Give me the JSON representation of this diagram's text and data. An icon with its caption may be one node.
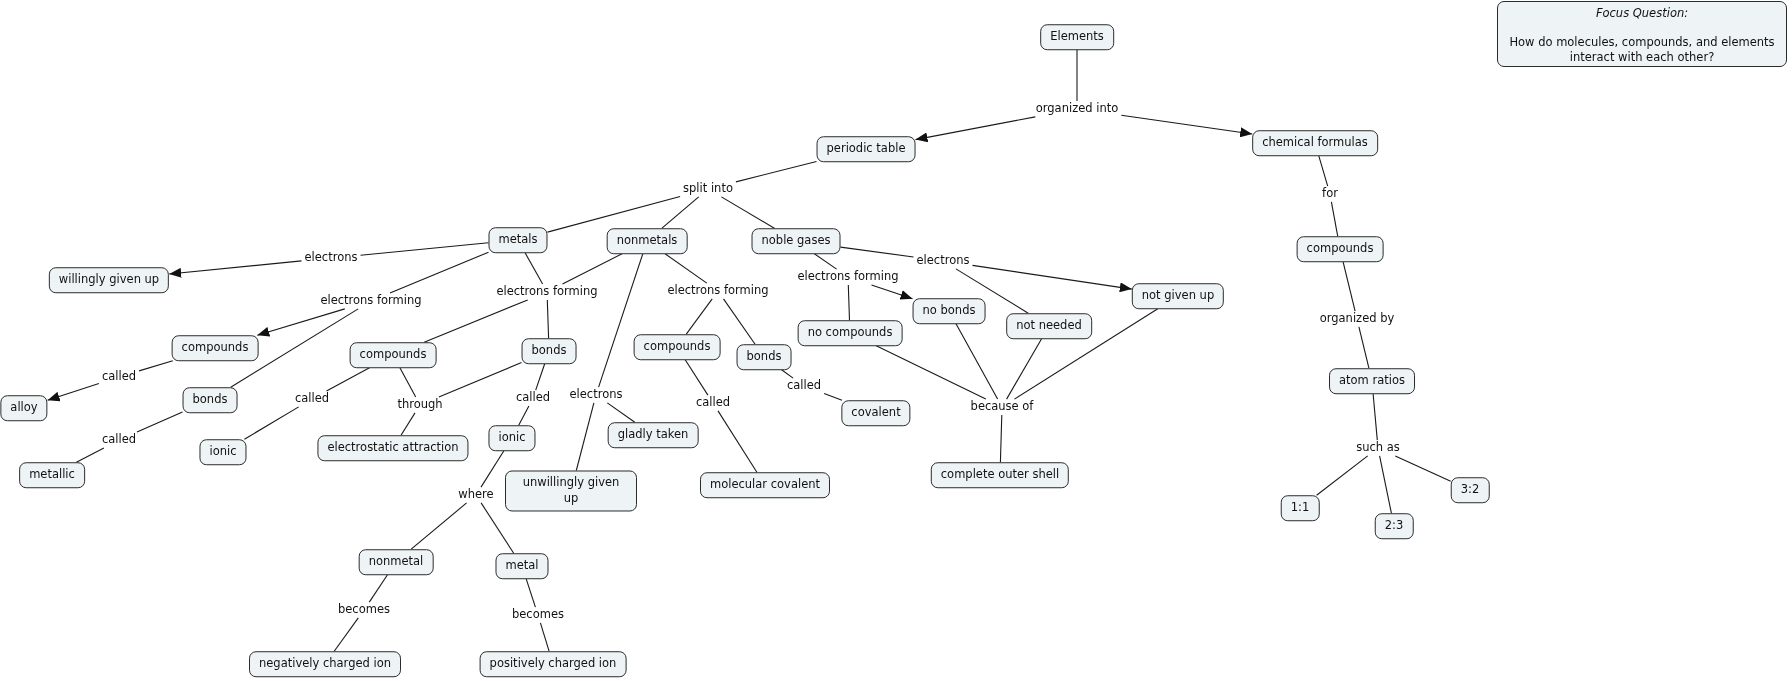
{
  "diagram": {
    "nodes": [
      {
        "text": [
          "Elements"
        ]
      },
      {
        "text": [
          "Focus Question:",
          "How do molecules, compounds, and elements interact with each other?"
        ]
      },
      {
        "text": [
          "organized into"
        ]
      },
      {
        "text": [
          "periodic table"
        ]
      },
      {
        "text": [
          "chemical formulas"
        ]
      },
      {
        "text": [
          "split into"
        ]
      },
      {
        "text": [
          "metals"
        ]
      },
      {
        "text": [
          "nonmetals"
        ]
      },
      {
        "text": [
          "noble gases"
        ]
      },
      {
        "text": [
          "electrons"
        ]
      },
      {
        "text": [
          "willingly given up"
        ]
      },
      {
        "text": [
          "electrons forming"
        ]
      },
      {
        "text": [
          "compounds"
        ]
      },
      {
        "text": [
          "bonds"
        ]
      },
      {
        "text": [
          "called"
        ]
      },
      {
        "text": [
          "alloy"
        ]
      },
      {
        "text": [
          "called"
        ]
      },
      {
        "text": [
          "metallic"
        ]
      },
      {
        "text": [
          "electrons forming"
        ]
      },
      {
        "text": [
          "compounds"
        ]
      },
      {
        "text": [
          "bonds"
        ]
      },
      {
        "text": [
          "called"
        ]
      },
      {
        "text": [
          "ionic"
        ]
      },
      {
        "text": [
          "through"
        ]
      },
      {
        "text": [
          "electrostatic attraction"
        ]
      },
      {
        "text": [
          "called"
        ]
      },
      {
        "text": [
          "ionic"
        ]
      },
      {
        "text": [
          "where"
        ]
      },
      {
        "text": [
          "nonmetal"
        ]
      },
      {
        "text": [
          "metal"
        ]
      },
      {
        "text": [
          "becomes"
        ]
      },
      {
        "text": [
          "negatively charged ion"
        ]
      },
      {
        "text": [
          "becomes"
        ]
      },
      {
        "text": [
          "positively charged ion"
        ]
      },
      {
        "text": [
          "electrons"
        ]
      },
      {
        "text": [
          "gladly taken"
        ]
      },
      {
        "text": [
          "unwillingly given up"
        ]
      },
      {
        "text": [
          "electrons forming"
        ]
      },
      {
        "text": [
          "compounds"
        ]
      },
      {
        "text": [
          "bonds"
        ]
      },
      {
        "text": [
          "called"
        ]
      },
      {
        "text": [
          "molecular covalent"
        ]
      },
      {
        "text": [
          "called"
        ]
      },
      {
        "text": [
          "covalent"
        ]
      },
      {
        "text": [
          "electrons forming"
        ]
      },
      {
        "text": [
          "electrons"
        ]
      },
      {
        "text": [
          "no compounds"
        ]
      },
      {
        "text": [
          "no bonds"
        ]
      },
      {
        "text": [
          "not needed"
        ]
      },
      {
        "text": [
          "not given up"
        ]
      },
      {
        "text": [
          "because of"
        ]
      },
      {
        "text": [
          "complete outer shell"
        ]
      },
      {
        "text": [
          "for"
        ]
      },
      {
        "text": [
          "compounds"
        ]
      },
      {
        "text": [
          "organized by"
        ]
      },
      {
        "text": [
          "atom ratios"
        ]
      },
      {
        "text": [
          "such as"
        ]
      },
      {
        "text": [
          "1:1"
        ]
      },
      {
        "text": [
          "2:3"
        ]
      },
      {
        "text": [
          "3:2"
        ]
      }
    ],
    "edges": [
      {
        "from": 0,
        "to": 2,
        "arrow": "none"
      },
      {
        "from": 2,
        "to": 3,
        "arrow": "to"
      },
      {
        "from": 2,
        "to": 4,
        "arrow": "to"
      },
      {
        "from": 3,
        "to": 5,
        "arrow": "none"
      },
      {
        "from": 5,
        "to": 6,
        "arrow": "none"
      },
      {
        "from": 5,
        "to": 7,
        "arrow": "none"
      },
      {
        "from": 5,
        "to": 8,
        "arrow": "none"
      },
      {
        "from": 6,
        "to": 9,
        "arrow": "none"
      },
      {
        "from": 9,
        "to": 10,
        "arrow": "to"
      },
      {
        "from": 6,
        "to": 11,
        "arrow": "none"
      },
      {
        "from": 11,
        "to": 12,
        "arrow": "to"
      },
      {
        "from": 11,
        "to": 13,
        "arrow": "none"
      },
      {
        "from": 12,
        "to": 14,
        "arrow": "none"
      },
      {
        "from": 14,
        "to": 15,
        "arrow": "to"
      },
      {
        "from": 13,
        "to": 16,
        "arrow": "none"
      },
      {
        "from": 16,
        "to": 17,
        "arrow": "none"
      },
      {
        "from": 6,
        "to": 18,
        "arrow": "none"
      },
      {
        "from": 7,
        "to": 18,
        "arrow": "none"
      },
      {
        "from": 18,
        "to": 19,
        "arrow": "none"
      },
      {
        "from": 18,
        "to": 20,
        "arrow": "none"
      },
      {
        "from": 19,
        "to": 21,
        "arrow": "none"
      },
      {
        "from": 21,
        "to": 22,
        "arrow": "none"
      },
      {
        "from": 19,
        "to": 23,
        "arrow": "none"
      },
      {
        "from": 20,
        "to": 23,
        "arrow": "none"
      },
      {
        "from": 23,
        "to": 24,
        "arrow": "none"
      },
      {
        "from": 20,
        "to": 25,
        "arrow": "none"
      },
      {
        "from": 25,
        "to": 26,
        "arrow": "none"
      },
      {
        "from": 26,
        "to": 27,
        "arrow": "none"
      },
      {
        "from": 27,
        "to": 28,
        "arrow": "none"
      },
      {
        "from": 27,
        "to": 29,
        "arrow": "none"
      },
      {
        "from": 28,
        "to": 30,
        "arrow": "none"
      },
      {
        "from": 30,
        "to": 31,
        "arrow": "none"
      },
      {
        "from": 29,
        "to": 32,
        "arrow": "none"
      },
      {
        "from": 32,
        "to": 33,
        "arrow": "none"
      },
      {
        "from": 7,
        "to": 34,
        "arrow": "none"
      },
      {
        "from": 34,
        "to": 36,
        "arrow": "none"
      },
      {
        "from": 34,
        "to": 35,
        "arrow": "none"
      },
      {
        "from": 7,
        "to": 37,
        "arrow": "none"
      },
      {
        "from": 37,
        "to": 38,
        "arrow": "none"
      },
      {
        "from": 37,
        "to": 39,
        "arrow": "none"
      },
      {
        "from": 38,
        "to": 40,
        "arrow": "none"
      },
      {
        "from": 40,
        "to": 41,
        "arrow": "none"
      },
      {
        "from": 39,
        "to": 42,
        "arrow": "none"
      },
      {
        "from": 42,
        "to": 43,
        "arrow": "none"
      },
      {
        "from": 8,
        "to": 44,
        "arrow": "none"
      },
      {
        "from": 44,
        "to": 47,
        "arrow": "to"
      },
      {
        "from": 44,
        "to": 46,
        "arrow": "none"
      },
      {
        "from": 8,
        "to": 45,
        "arrow": "none"
      },
      {
        "from": 45,
        "to": 49,
        "arrow": "to"
      },
      {
        "from": 45,
        "to": 48,
        "arrow": "none"
      },
      {
        "from": 46,
        "to": 50,
        "arrow": "none"
      },
      {
        "from": 47,
        "to": 50,
        "arrow": "none"
      },
      {
        "from": 48,
        "to": 50,
        "arrow": "none"
      },
      {
        "from": 49,
        "to": 50,
        "arrow": "none"
      },
      {
        "from": 50,
        "to": 51,
        "arrow": "none"
      },
      {
        "from": 4,
        "to": 52,
        "arrow": "none"
      },
      {
        "from": 52,
        "to": 53,
        "arrow": "none"
      },
      {
        "from": 53,
        "to": 54,
        "arrow": "none"
      },
      {
        "from": 54,
        "to": 55,
        "arrow": "none"
      },
      {
        "from": 55,
        "to": 56,
        "arrow": "none"
      },
      {
        "from": 56,
        "to": 57,
        "arrow": "none"
      },
      {
        "from": 56,
        "to": 58,
        "arrow": "none"
      },
      {
        "from": 56,
        "to": 59,
        "arrow": "none"
      }
    ]
  }
}
